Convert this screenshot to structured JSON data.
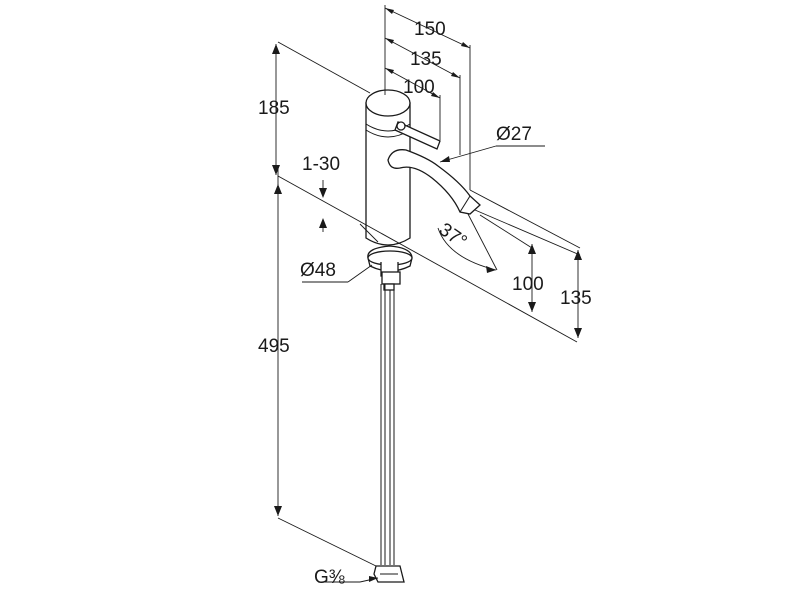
{
  "dimensions": {
    "d150": "150",
    "d135_top": "135",
    "d100_top": "100",
    "d185": "185",
    "d1_30": "1-30",
    "d_dia27": "Ø27",
    "d_dia48": "Ø48",
    "d37": "37°",
    "d100_right": "100",
    "d135_right": "135",
    "d495": "495",
    "d_thread": "G⅜"
  }
}
